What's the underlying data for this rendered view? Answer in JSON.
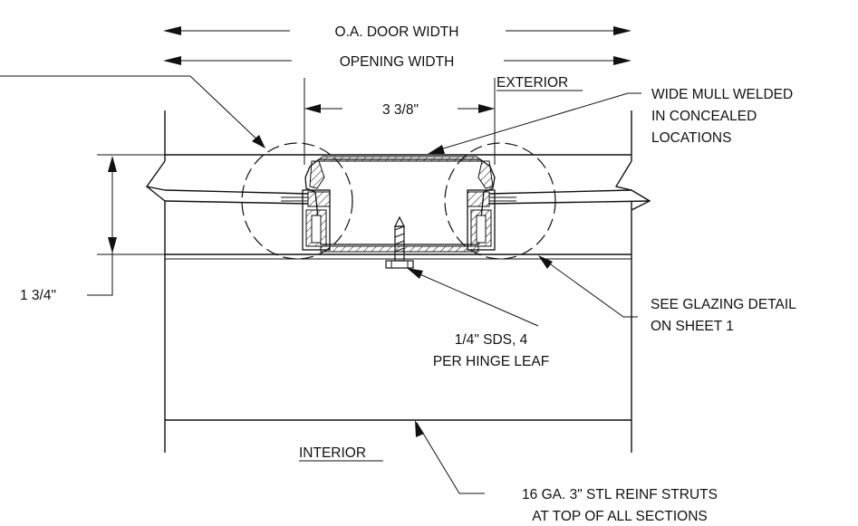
{
  "dimensions": {
    "overall_door_width": "O.A. DOOR WIDTH",
    "opening_width": "OPENING WIDTH",
    "mull_width": "3 3/8\"",
    "panel_thickness": "1 3/4\""
  },
  "sides": {
    "exterior": "EXTERIOR",
    "interior": "INTERIOR"
  },
  "callouts": {
    "mull": [
      "WIDE MULL WELDED",
      "IN CONCEALED",
      "LOCATIONS"
    ],
    "glazing": [
      "SEE GLAZING DETAIL",
      "ON SHEET 1"
    ],
    "screw": [
      "1/4\" SDS, 4",
      "PER HINGE LEAF"
    ],
    "strut": [
      "16 GA. 3\" STL REINF STRUTS",
      "AT TOP OF ALL SECTIONS"
    ]
  },
  "colors": {
    "line": "#111111",
    "background": "#ffffff"
  }
}
